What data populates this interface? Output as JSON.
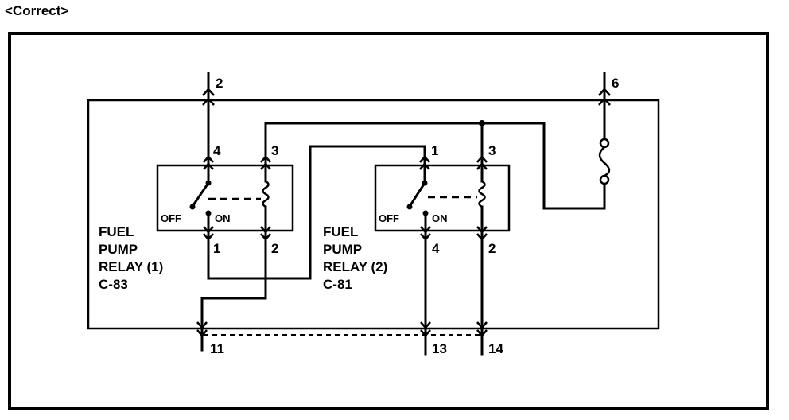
{
  "heading": "<Correct>",
  "relay1": {
    "lines": [
      "FUEL",
      "PUMP",
      "RELAY (1)",
      "C-83"
    ],
    "pins": {
      "top_left": "4",
      "top_right": "3",
      "bottom_left": "1",
      "bottom_right": "2"
    },
    "off_label": "OFF",
    "on_label": "ON"
  },
  "relay2": {
    "lines": [
      "FUEL",
      "PUMP",
      "RELAY (2)",
      "C-81"
    ],
    "pins": {
      "top_left": "1",
      "top_right": "3",
      "bottom_left": "4",
      "bottom_right": "2"
    },
    "off_label": "OFF",
    "on_label": "ON"
  },
  "top_terminals": {
    "left": "2",
    "right": "6"
  },
  "bottom_terminals": {
    "left": "11",
    "middle": "13",
    "right": "14"
  }
}
